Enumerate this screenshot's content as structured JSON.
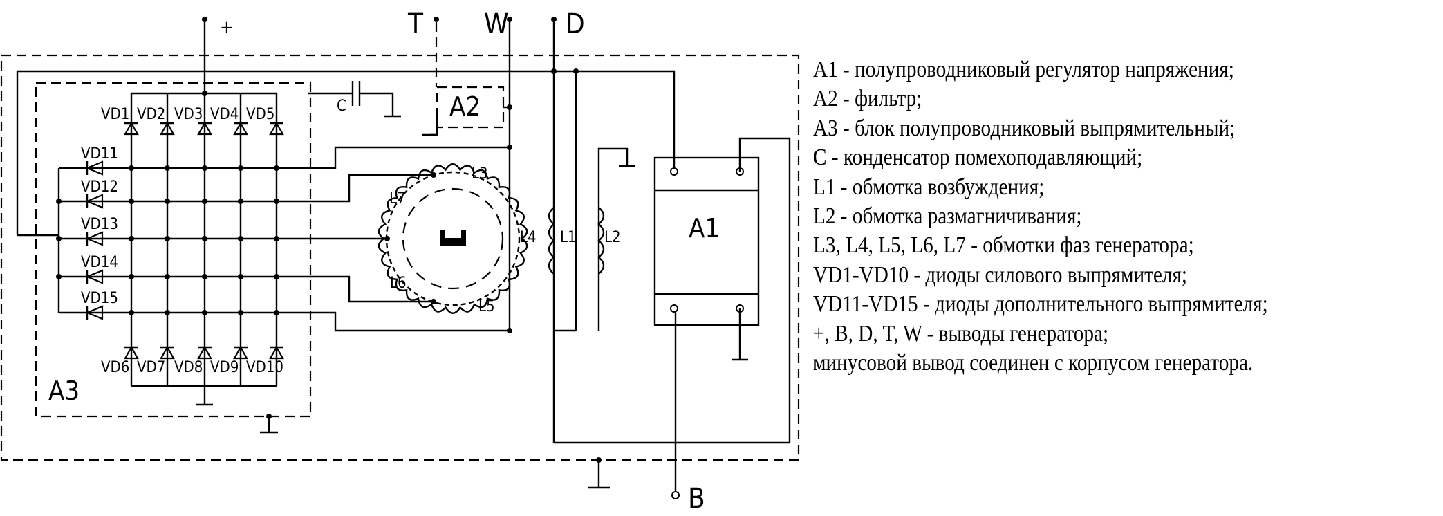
{
  "terminals": {
    "plus": "+",
    "t": "T",
    "w": "W",
    "d": "D",
    "b": "B"
  },
  "blocks": {
    "a1": "A1",
    "a2": "A2",
    "a3": "A3",
    "capacitor": "C"
  },
  "windings": {
    "l1": "L1",
    "l2": "L2",
    "l3": "L3",
    "l4": "L4",
    "l5": "L5",
    "l6": "L6",
    "l7": "L7"
  },
  "diodes": {
    "top": [
      "VD1",
      "VD2",
      "VD3",
      "VD4",
      "VD5"
    ],
    "bottom": [
      "VD6",
      "VD7",
      "VD8",
      "VD9",
      "VD10"
    ],
    "side": [
      "VD11",
      "VD12",
      "VD13",
      "VD14",
      "VD15"
    ]
  },
  "legend": [
    "A1 - полупроводниковый регулятор напряжения;",
    "A2 - фильтр;",
    "A3 - блок полупроводниковый выпрямительный;",
    "C - конденсатор помехоподавляющий;",
    "L1 - обмотка возбуждения;",
    "L2 - обмотка размагничивания;",
    "L3, L4, L5, L6, L7 - обмотки фаз генератора;",
    "VD1-VD10 - диоды силового выпрямителя;",
    "VD11-VD15 - диоды дополнительного выпрямителя;",
    "+, B, D, T, W  - выводы генератора;",
    "минусовой вывод соединен с корпусом генератора."
  ]
}
